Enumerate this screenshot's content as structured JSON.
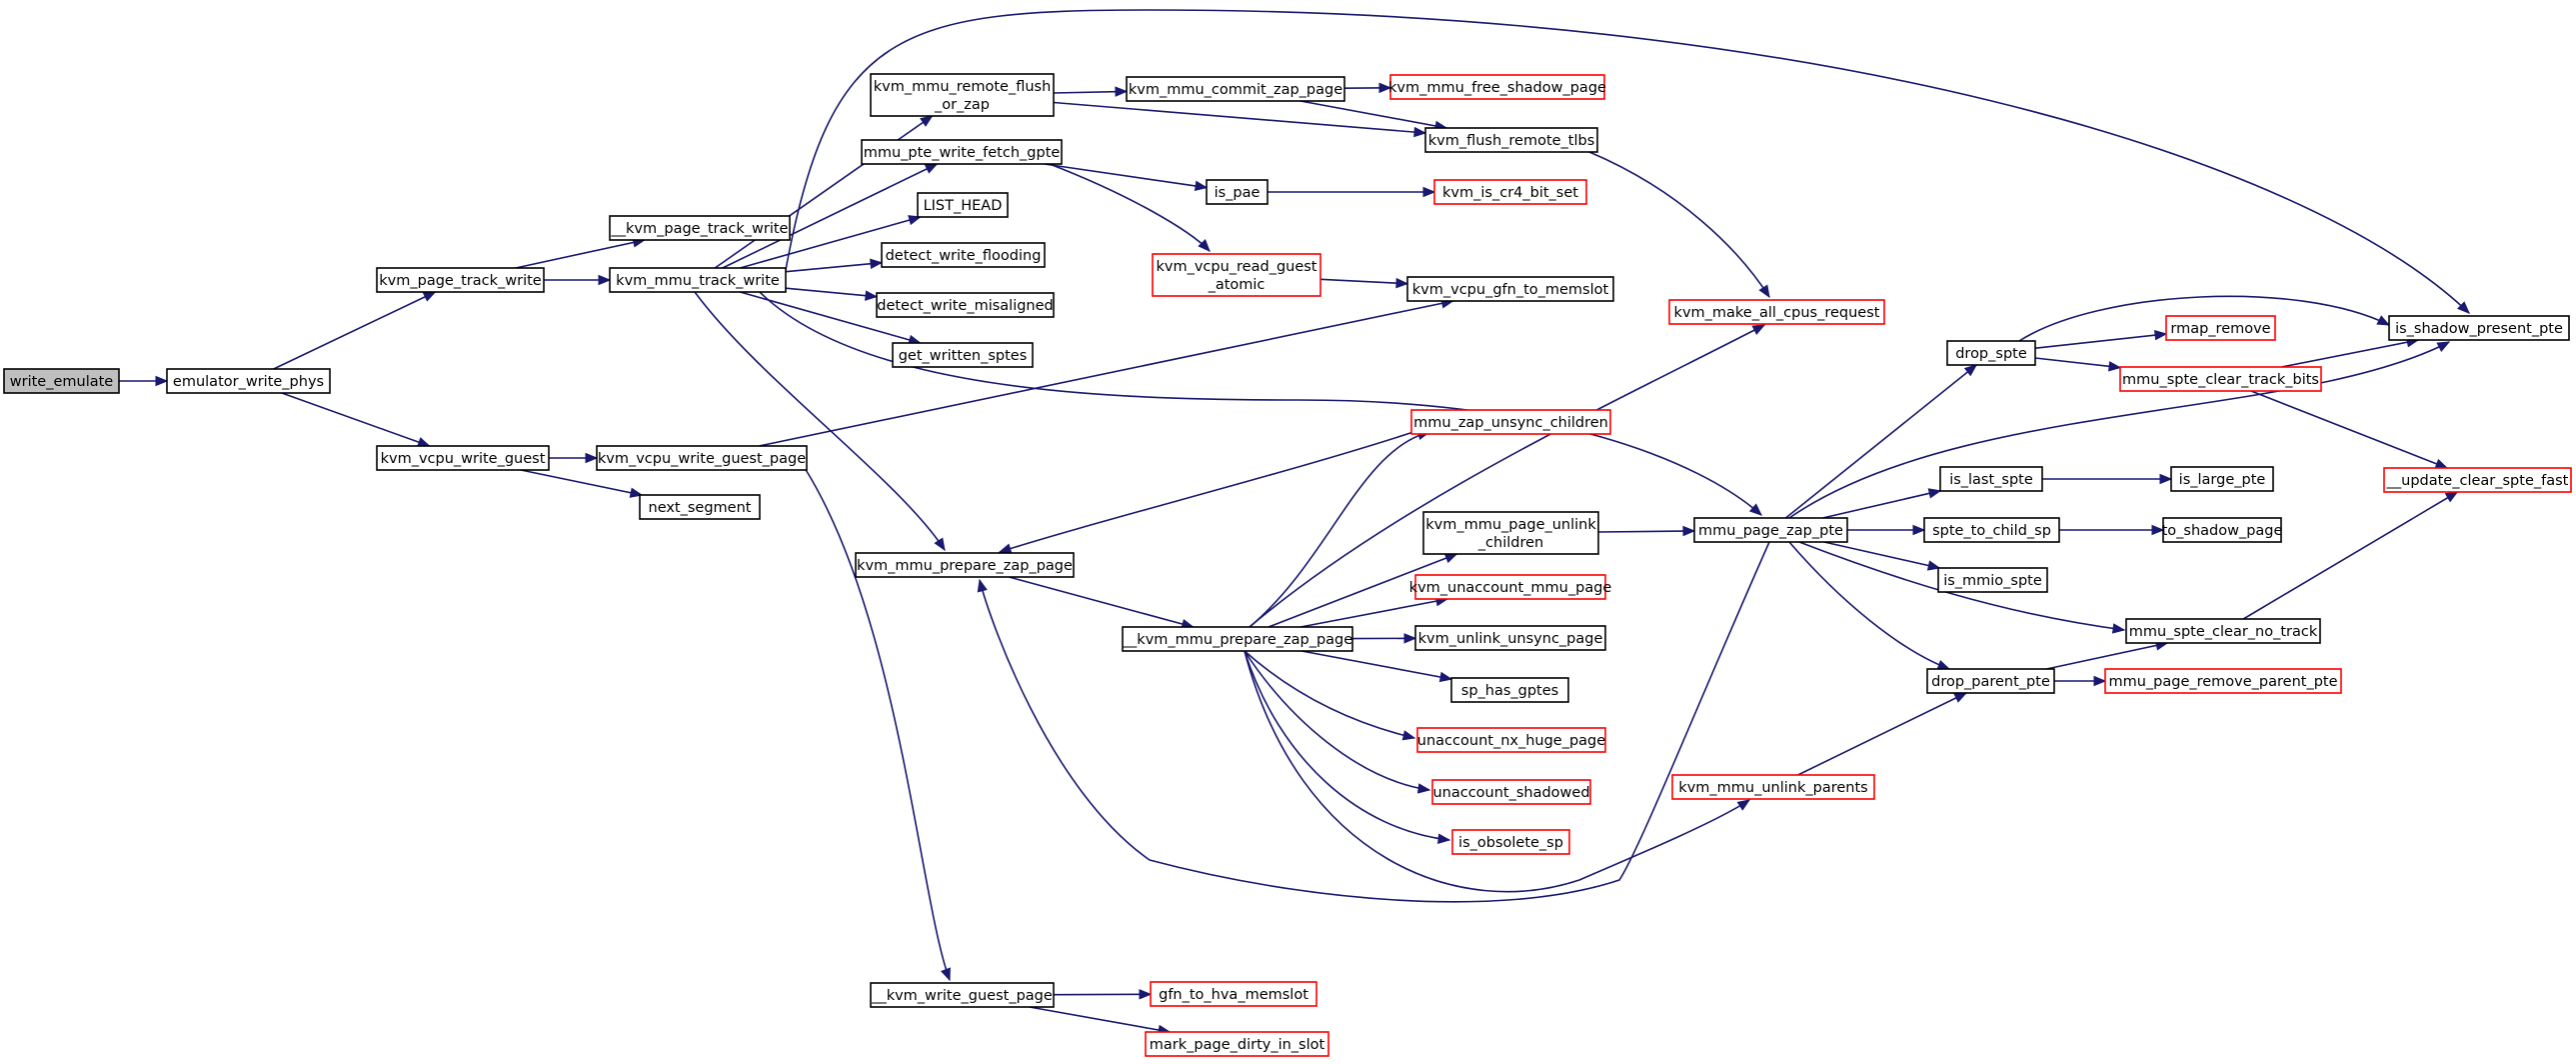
{
  "colors": {
    "edge": "#191970",
    "node_border": "#000000",
    "link_border": "#ff0000",
    "root_fill": "#bfbfbf"
  },
  "nodes": [
    {
      "id": "write_emulate",
      "lines": [
        "write_emulate"
      ],
      "root": true
    },
    {
      "id": "emulator_write_phys",
      "lines": [
        "emulator_write_phys"
      ]
    },
    {
      "id": "kvm_page_track_write",
      "lines": [
        "kvm_page_track_write"
      ]
    },
    {
      "id": "kvm_vcpu_write_guest",
      "lines": [
        "kvm_vcpu_write_guest"
      ]
    },
    {
      "id": "__kvm_page_track_write",
      "lines": [
        "__kvm_page_track_write"
      ]
    },
    {
      "id": "kvm_mmu_track_write",
      "lines": [
        "kvm_mmu_track_write"
      ]
    },
    {
      "id": "kvm_vcpu_write_guest_page",
      "lines": [
        "kvm_vcpu_write_guest_page"
      ]
    },
    {
      "id": "next_segment",
      "lines": [
        "next_segment"
      ]
    },
    {
      "id": "kvm_mmu_remote_flush_or_zap",
      "lines": [
        "kvm_mmu_remote_flush",
        "_or_zap"
      ]
    },
    {
      "id": "mmu_pte_write_fetch_gpte",
      "lines": [
        "mmu_pte_write_fetch_gpte"
      ]
    },
    {
      "id": "LIST_HEAD",
      "lines": [
        "LIST_HEAD"
      ]
    },
    {
      "id": "detect_write_flooding",
      "lines": [
        "detect_write_flooding"
      ]
    },
    {
      "id": "detect_write_misaligned",
      "lines": [
        "detect_write_misaligned"
      ]
    },
    {
      "id": "get_written_sptes",
      "lines": [
        "get_written_sptes"
      ]
    },
    {
      "id": "kvm_mmu_prepare_zap_page",
      "lines": [
        "kvm_mmu_prepare_zap_page"
      ]
    },
    {
      "id": "__kvm_write_guest_page",
      "lines": [
        "__kvm_write_guest_page"
      ]
    },
    {
      "id": "kvm_mmu_commit_zap_page",
      "lines": [
        "kvm_mmu_commit_zap_page"
      ]
    },
    {
      "id": "kvm_mmu_free_shadow_page",
      "lines": [
        "kvm_mmu_free_shadow_page"
      ],
      "red": true
    },
    {
      "id": "kvm_flush_remote_tlbs",
      "lines": [
        "kvm_flush_remote_tlbs"
      ]
    },
    {
      "id": "is_pae",
      "lines": [
        "is_pae"
      ]
    },
    {
      "id": "kvm_is_cr4_bit_set",
      "lines": [
        "kvm_is_cr4_bit_set"
      ],
      "red": true
    },
    {
      "id": "kvm_vcpu_read_guest_atomic",
      "lines": [
        "kvm_vcpu_read_guest",
        "_atomic"
      ],
      "red": true
    },
    {
      "id": "kvm_vcpu_gfn_to_memslot",
      "lines": [
        "kvm_vcpu_gfn_to_memslot"
      ]
    },
    {
      "id": "kvm_make_all_cpus_request",
      "lines": [
        "kvm_make_all_cpus_request"
      ],
      "red": true
    },
    {
      "id": "mmu_zap_unsync_children",
      "lines": [
        "mmu_zap_unsync_children"
      ],
      "red": true
    },
    {
      "id": "__kvm_mmu_prepare_zap_page",
      "lines": [
        "__kvm_mmu_prepare_zap_page"
      ]
    },
    {
      "id": "kvm_mmu_page_unlink_children",
      "lines": [
        "kvm_mmu_page_unlink",
        "_children"
      ]
    },
    {
      "id": "kvm_unaccount_mmu_page",
      "lines": [
        "kvm_unaccount_mmu_page"
      ],
      "red": true
    },
    {
      "id": "kvm_unlink_unsync_page",
      "lines": [
        "kvm_unlink_unsync_page"
      ]
    },
    {
      "id": "sp_has_gptes",
      "lines": [
        "sp_has_gptes"
      ]
    },
    {
      "id": "unaccount_nx_huge_page",
      "lines": [
        "unaccount_nx_huge_page"
      ],
      "red": true
    },
    {
      "id": "unaccount_shadowed",
      "lines": [
        "unaccount_shadowed"
      ],
      "red": true
    },
    {
      "id": "is_obsolete_sp",
      "lines": [
        "is_obsolete_sp"
      ],
      "red": true
    },
    {
      "id": "kvm_mmu_unlink_parents",
      "lines": [
        "kvm_mmu_unlink_parents"
      ],
      "red": true
    },
    {
      "id": "gfn_to_hva_memslot",
      "lines": [
        "gfn_to_hva_memslot"
      ],
      "red": true
    },
    {
      "id": "mark_page_dirty_in_slot",
      "lines": [
        "mark_page_dirty_in_slot"
      ],
      "red": true
    },
    {
      "id": "mmu_page_zap_pte",
      "lines": [
        "mmu_page_zap_pte"
      ]
    },
    {
      "id": "drop_spte",
      "lines": [
        "drop_spte"
      ]
    },
    {
      "id": "is_last_spte",
      "lines": [
        "is_last_spte"
      ]
    },
    {
      "id": "spte_to_child_sp",
      "lines": [
        "spte_to_child_sp"
      ]
    },
    {
      "id": "is_mmio_spte",
      "lines": [
        "is_mmio_spte"
      ]
    },
    {
      "id": "drop_parent_pte",
      "lines": [
        "drop_parent_pte"
      ]
    },
    {
      "id": "mmu_spte_clear_no_track",
      "lines": [
        "mmu_spte_clear_no_track"
      ]
    },
    {
      "id": "mmu_page_remove_parent_pte",
      "lines": [
        "mmu_page_remove_parent_pte"
      ],
      "red": true
    },
    {
      "id": "rmap_remove",
      "lines": [
        "rmap_remove"
      ],
      "red": true
    },
    {
      "id": "mmu_spte_clear_track_bits",
      "lines": [
        "mmu_spte_clear_track_bits"
      ],
      "red": true
    },
    {
      "id": "is_large_pte",
      "lines": [
        "is_large_pte"
      ]
    },
    {
      "id": "to_shadow_page",
      "lines": [
        "to_shadow_page"
      ]
    },
    {
      "id": "is_shadow_present_pte",
      "lines": [
        "is_shadow_present_pte"
      ]
    },
    {
      "id": "__update_clear_spte_fast",
      "lines": [
        "__update_clear_spte_fast"
      ],
      "red": true
    }
  ],
  "edges": [
    [
      "write_emulate",
      "emulator_write_phys"
    ],
    [
      "emulator_write_phys",
      "kvm_page_track_write"
    ],
    [
      "emulator_write_phys",
      "kvm_vcpu_write_guest"
    ],
    [
      "kvm_page_track_write",
      "__kvm_page_track_write"
    ],
    [
      "kvm_page_track_write",
      "kvm_mmu_track_write"
    ],
    [
      "kvm_vcpu_write_guest",
      "kvm_vcpu_write_guest_page"
    ],
    [
      "kvm_vcpu_write_guest",
      "next_segment"
    ],
    [
      "kvm_mmu_track_write",
      "kvm_mmu_remote_flush_or_zap"
    ],
    [
      "kvm_mmu_track_write",
      "mmu_pte_write_fetch_gpte"
    ],
    [
      "kvm_mmu_track_write",
      "LIST_HEAD"
    ],
    [
      "kvm_mmu_track_write",
      "detect_write_flooding"
    ],
    [
      "kvm_mmu_track_write",
      "detect_write_misaligned"
    ],
    [
      "kvm_mmu_track_write",
      "get_written_sptes"
    ],
    [
      "kvm_mmu_track_write",
      "kvm_mmu_prepare_zap_page"
    ],
    [
      "kvm_mmu_track_write",
      "is_shadow_present_pte"
    ],
    [
      "kvm_mmu_track_write",
      "mmu_page_zap_pte"
    ],
    [
      "kvm_vcpu_write_guest_page",
      "kvm_vcpu_gfn_to_memslot"
    ],
    [
      "kvm_vcpu_write_guest_page",
      "__kvm_write_guest_page"
    ],
    [
      "kvm_mmu_remote_flush_or_zap",
      "kvm_mmu_commit_zap_page"
    ],
    [
      "kvm_mmu_remote_flush_or_zap",
      "kvm_flush_remote_tlbs"
    ],
    [
      "kvm_mmu_commit_zap_page",
      "kvm_mmu_free_shadow_page"
    ],
    [
      "kvm_mmu_commit_zap_page",
      "kvm_flush_remote_tlbs"
    ],
    [
      "kvm_flush_remote_tlbs",
      "kvm_make_all_cpus_request"
    ],
    [
      "mmu_pte_write_fetch_gpte",
      "is_pae"
    ],
    [
      "mmu_pte_write_fetch_gpte",
      "kvm_vcpu_read_guest_atomic"
    ],
    [
      "is_pae",
      "kvm_is_cr4_bit_set"
    ],
    [
      "kvm_vcpu_read_guest_atomic",
      "kvm_vcpu_gfn_to_memslot"
    ],
    [
      "kvm_mmu_prepare_zap_page",
      "__kvm_mmu_prepare_zap_page"
    ],
    [
      "__kvm_mmu_prepare_zap_page",
      "kvm_make_all_cpus_request"
    ],
    [
      "__kvm_mmu_prepare_zap_page",
      "mmu_zap_unsync_children"
    ],
    [
      "__kvm_mmu_prepare_zap_page",
      "kvm_mmu_page_unlink_children"
    ],
    [
      "__kvm_mmu_prepare_zap_page",
      "kvm_unaccount_mmu_page"
    ],
    [
      "__kvm_mmu_prepare_zap_page",
      "kvm_unlink_unsync_page"
    ],
    [
      "__kvm_mmu_prepare_zap_page",
      "sp_has_gptes"
    ],
    [
      "__kvm_mmu_prepare_zap_page",
      "unaccount_nx_huge_page"
    ],
    [
      "__kvm_mmu_prepare_zap_page",
      "unaccount_shadowed"
    ],
    [
      "__kvm_mmu_prepare_zap_page",
      "is_obsolete_sp"
    ],
    [
      "__kvm_mmu_prepare_zap_page",
      "kvm_mmu_unlink_parents"
    ],
    [
      "mmu_zap_unsync_children",
      "kvm_mmu_prepare_zap_page"
    ],
    [
      "kvm_mmu_page_unlink_children",
      "mmu_page_zap_pte"
    ],
    [
      "mmu_page_zap_pte",
      "kvm_mmu_prepare_zap_page"
    ],
    [
      "mmu_page_zap_pte",
      "drop_spte"
    ],
    [
      "mmu_page_zap_pte",
      "is_shadow_present_pte"
    ],
    [
      "mmu_page_zap_pte",
      "is_last_spte"
    ],
    [
      "mmu_page_zap_pte",
      "spte_to_child_sp"
    ],
    [
      "mmu_page_zap_pte",
      "is_mmio_spte"
    ],
    [
      "mmu_page_zap_pte",
      "mmu_spte_clear_no_track"
    ],
    [
      "mmu_page_zap_pte",
      "drop_parent_pte"
    ],
    [
      "kvm_mmu_unlink_parents",
      "drop_parent_pte"
    ],
    [
      "drop_parent_pte",
      "mmu_spte_clear_no_track"
    ],
    [
      "drop_parent_pte",
      "mmu_page_remove_parent_pte"
    ],
    [
      "drop_spte",
      "rmap_remove"
    ],
    [
      "drop_spte",
      "mmu_spte_clear_track_bits"
    ],
    [
      "drop_spte",
      "is_shadow_present_pte"
    ],
    [
      "mmu_spte_clear_track_bits",
      "is_shadow_present_pte"
    ],
    [
      "mmu_spte_clear_track_bits",
      "__update_clear_spte_fast"
    ],
    [
      "mmu_spte_clear_no_track",
      "__update_clear_spte_fast"
    ],
    [
      "is_last_spte",
      "is_large_pte"
    ],
    [
      "spte_to_child_sp",
      "to_shadow_page"
    ],
    [
      "__kvm_write_guest_page",
      "gfn_to_hva_memslot"
    ],
    [
      "__kvm_write_guest_page",
      "mark_page_dirty_in_slot"
    ]
  ]
}
